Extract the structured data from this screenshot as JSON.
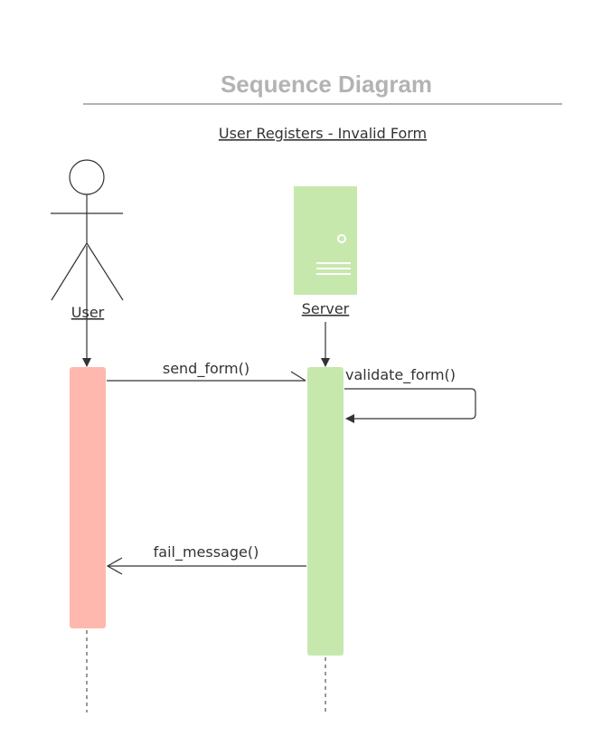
{
  "header": {
    "title": "Sequence Diagram",
    "subtitle": "User Registers - Invalid Form"
  },
  "participants": [
    {
      "label": "User",
      "icon": "actor-icon",
      "activation_color": "#ffb8ad"
    },
    {
      "label": "Server",
      "icon": "server-icon",
      "icon_color": "#c7e8ac",
      "activation_color": "#c7e8ac"
    }
  ],
  "messages": [
    {
      "label": "send_form()",
      "from": "User",
      "to": "Server"
    },
    {
      "label": "validate_form()",
      "from": "Server",
      "to": "Server"
    },
    {
      "label": "fail_message()",
      "from": "Server",
      "to": "User"
    }
  ]
}
